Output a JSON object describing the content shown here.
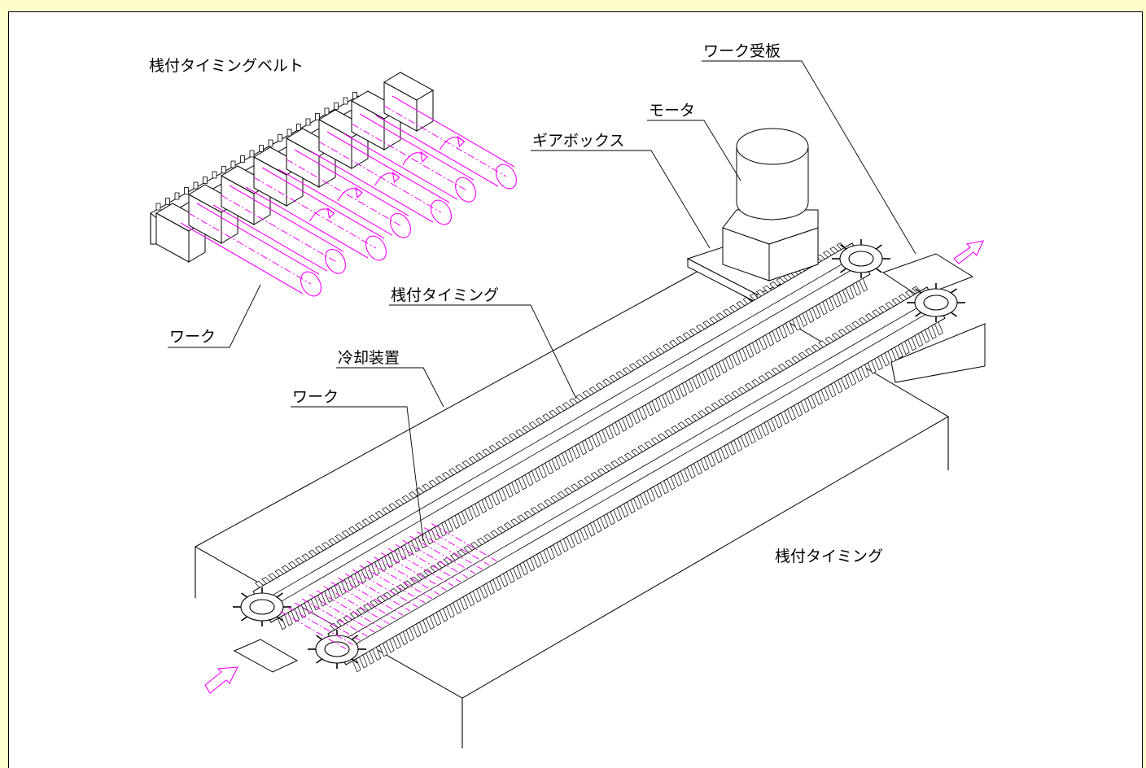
{
  "labels": {
    "belt_title": "桟付タイミングベルト",
    "work_top": "ワーク",
    "receiving_plate": "ワーク受板",
    "motor": "モータ",
    "gearbox": "ギアボックス",
    "timing_upper": "桟付タイミング",
    "cooling_device": "冷却装置",
    "work_main": "ワーク",
    "timing_lower": "桟付タイミング"
  },
  "colors": {
    "background": "#ffffcc",
    "drawing_background": "#ffffff",
    "line": "#000000",
    "flow_accent": "#ff00ff"
  }
}
